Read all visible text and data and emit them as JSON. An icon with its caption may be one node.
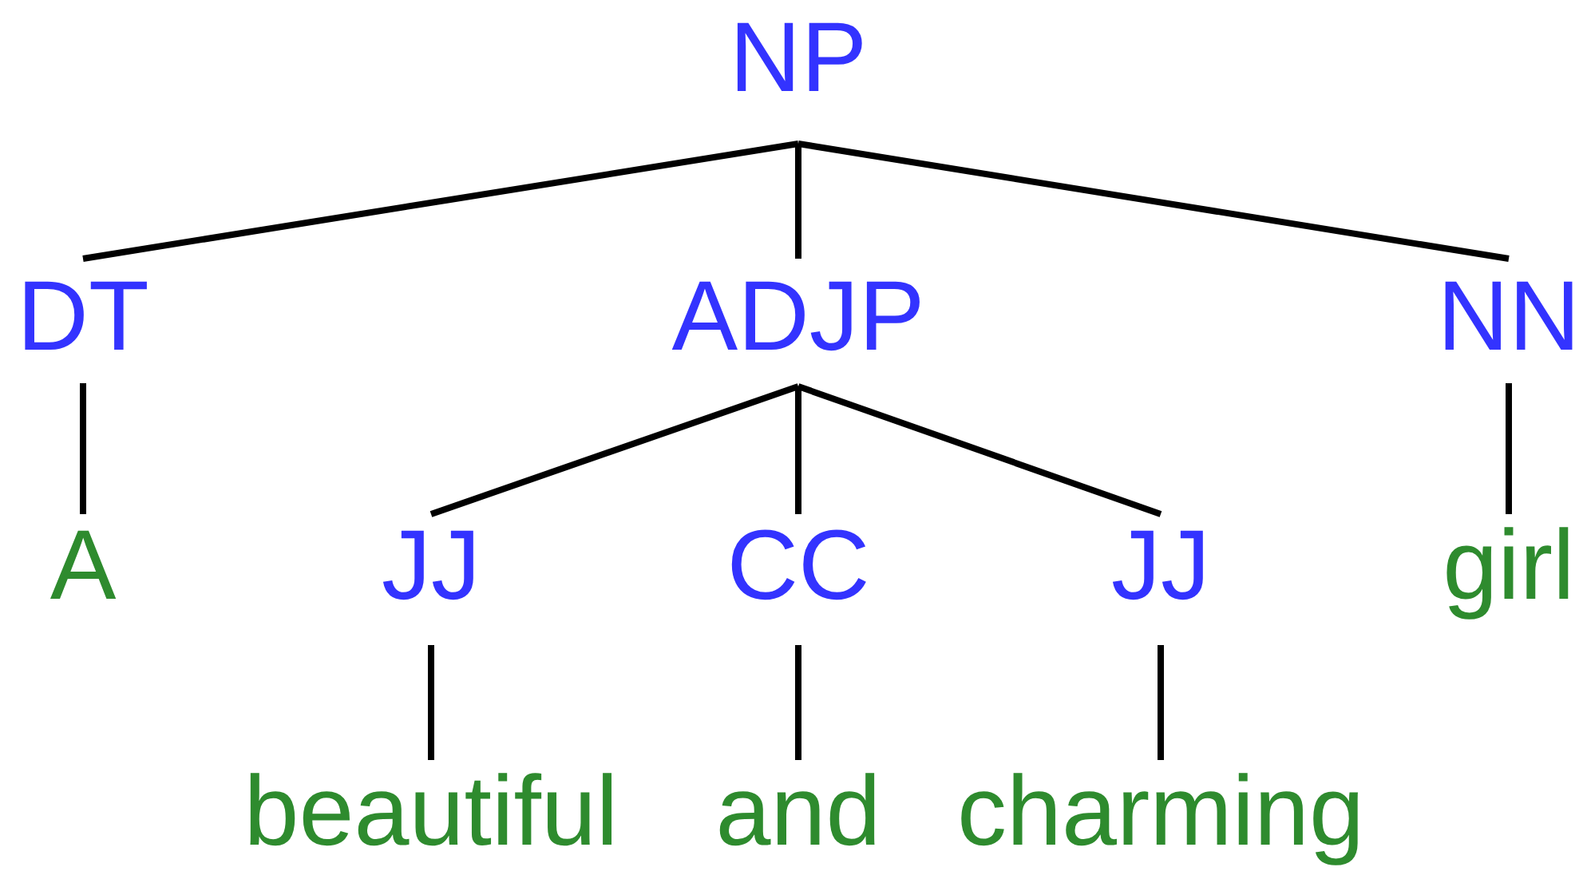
{
  "diagram": {
    "nodes": [
      {
        "text": [
          "NP"
        ]
      },
      {
        "text": [
          "DT"
        ]
      },
      {
        "text": [
          "ADJP"
        ]
      },
      {
        "text": [
          "NN"
        ]
      },
      {
        "text": [
          "A"
        ]
      },
      {
        "text": [
          "JJ"
        ]
      },
      {
        "text": [
          "CC"
        ]
      },
      {
        "text": [
          "JJ"
        ]
      },
      {
        "text": [
          "girl"
        ]
      },
      {
        "text": [
          "beautiful"
        ]
      },
      {
        "text": [
          "and"
        ]
      },
      {
        "text": [
          "charming"
        ]
      }
    ],
    "edges": [
      {
        "from": 0,
        "to": 1,
        "arrow": "none"
      },
      {
        "from": 0,
        "to": 2,
        "arrow": "none"
      },
      {
        "from": 0,
        "to": 3,
        "arrow": "none"
      },
      {
        "from": 1,
        "to": 4,
        "arrow": "none"
      },
      {
        "from": 2,
        "to": 5,
        "arrow": "none"
      },
      {
        "from": 2,
        "to": 6,
        "arrow": "none"
      },
      {
        "from": 2,
        "to": 7,
        "arrow": "none"
      },
      {
        "from": 3,
        "to": 8,
        "arrow": "none"
      },
      {
        "from": 5,
        "to": 9,
        "arrow": "none"
      },
      {
        "from": 6,
        "to": 10,
        "arrow": "none"
      },
      {
        "from": 7,
        "to": 11,
        "arrow": "none"
      }
    ]
  }
}
